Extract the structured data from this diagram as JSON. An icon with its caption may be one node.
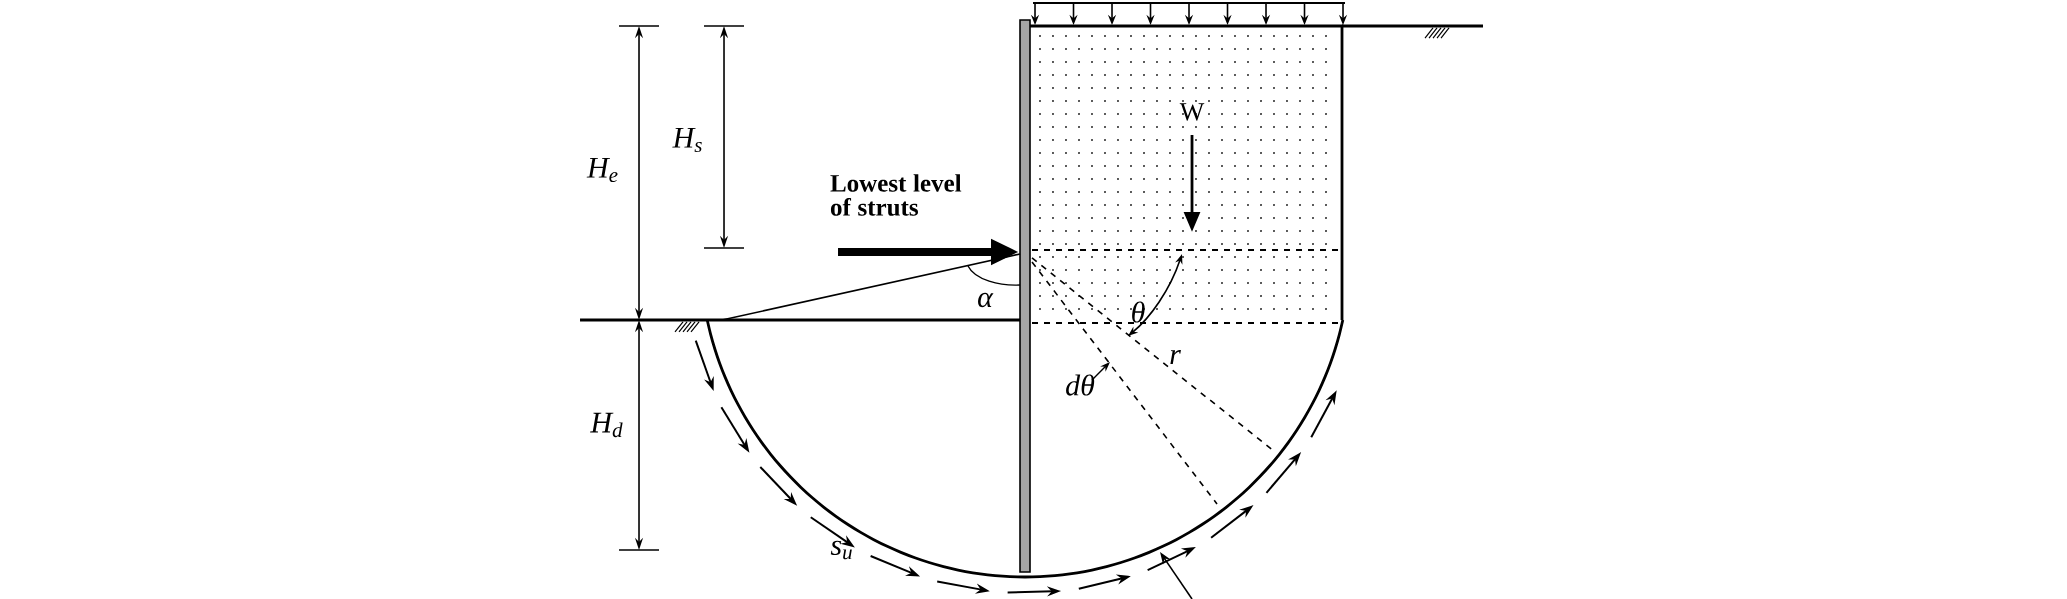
{
  "diagram": {
    "labels": [
      "H$_{e}$",
      "H$_{s}$",
      "Lowest level of struts",
      "W",
      "α",
      "θ",
      "H$_{d}$",
      "dθ",
      "r",
      "s$_{u}$"
    ]
  }
}
